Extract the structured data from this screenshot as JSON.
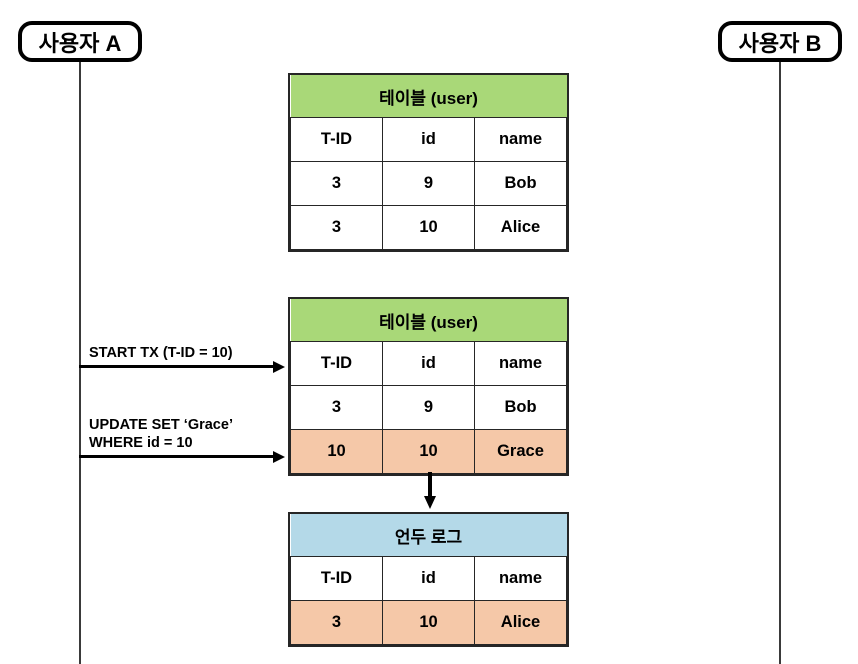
{
  "actors": {
    "a": {
      "label": "사용자 A",
      "name": "user-a"
    },
    "b": {
      "label": "사용자 B",
      "name": "user-b"
    }
  },
  "messages": [
    {
      "id": "start-tx",
      "label": "START TX (T-ID = 10)"
    },
    {
      "id": "update",
      "label": "UPDATE SET ‘Grace’\nWHERE id = 10"
    }
  ],
  "colors": {
    "table_header_green": "#A9D878",
    "undo_header_blue": "#B4D9E8",
    "highlight_orange": "#F5C8A8",
    "border": "#262626",
    "lifeline": "#3A3A3A"
  },
  "tables": {
    "user_initial": {
      "title": "테이블 (user)",
      "header_color": "#A9D878",
      "columns": [
        "T-ID",
        "id",
        "name"
      ],
      "rows": [
        {
          "cells": [
            "3",
            "9",
            "Bob"
          ],
          "highlight": false
        },
        {
          "cells": [
            "3",
            "10",
            "Alice"
          ],
          "highlight": false
        }
      ]
    },
    "user_updated": {
      "title": "테이블 (user)",
      "header_color": "#A9D878",
      "columns": [
        "T-ID",
        "id",
        "name"
      ],
      "rows": [
        {
          "cells": [
            "3",
            "9",
            "Bob"
          ],
          "highlight": false
        },
        {
          "cells": [
            "10",
            "10",
            "Grace"
          ],
          "highlight": true
        }
      ]
    },
    "undo_log": {
      "title": "언두 로그",
      "header_color": "#B4D9E8",
      "columns": [
        "T-ID",
        "id",
        "name"
      ],
      "rows": [
        {
          "cells": [
            "3",
            "10",
            "Alice"
          ],
          "highlight": true
        }
      ]
    }
  }
}
